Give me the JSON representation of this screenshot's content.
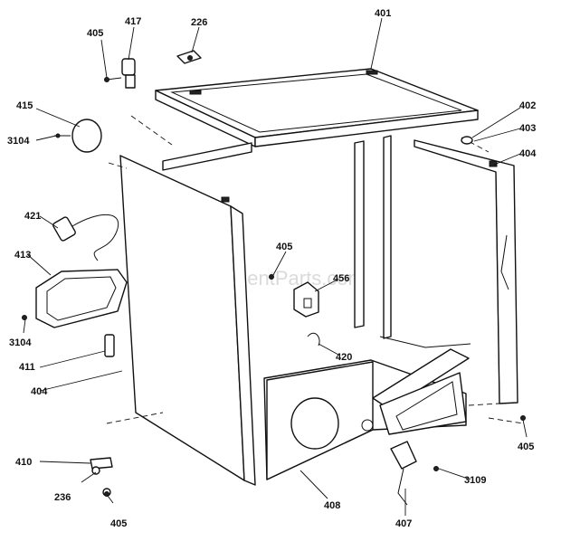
{
  "watermark": "eReplacementParts.com",
  "callouts": {
    "c405a": "405",
    "c417": "417",
    "c226": "226",
    "c401": "401",
    "c415": "415",
    "c3104a": "3104",
    "c402": "402",
    "c403": "403",
    "c404a": "404",
    "c421": "421",
    "c405b": "405",
    "c413": "413",
    "c456": "456",
    "c3104b": "3104",
    "c420": "420",
    "c411": "411",
    "c404b": "404",
    "c405c": "405",
    "c410": "410",
    "c3109": "3109",
    "c236": "236",
    "c408": "408",
    "c407": "407",
    "c405d": "405"
  }
}
